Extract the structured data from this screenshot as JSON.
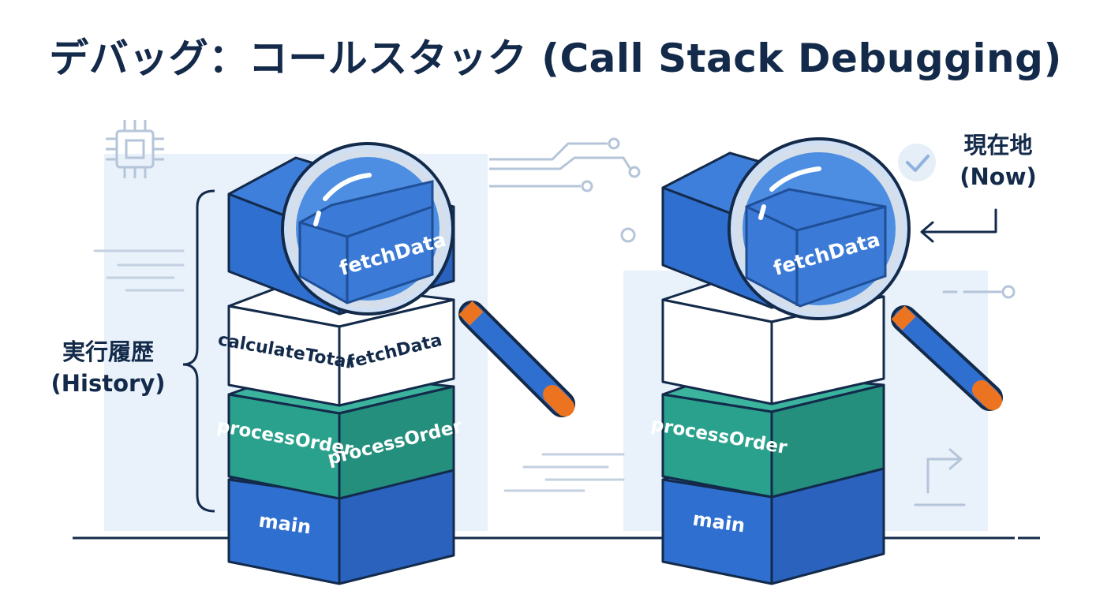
{
  "title": "デバッグ：コールスタック (Call Stack Debugging)",
  "history_label": {
    "line1": "実行履歴",
    "line2": "(History)"
  },
  "now_label": {
    "line1": "現在地",
    "line2": "(Now)"
  },
  "left_stack": {
    "top": "fetchData",
    "second_left": "calculateTotal",
    "second_right": "fetchData",
    "third_left": "processOrder",
    "third_right": "processOrder",
    "bottom": "main"
  },
  "right_stack": {
    "top": "fetchData",
    "third": "processOrder",
    "bottom": "main"
  },
  "colors": {
    "blue": "#2f6fd0",
    "green": "#2aa18d",
    "navy": "#132a4a",
    "orange": "#ec7421",
    "panel": "#e9f1fb"
  }
}
